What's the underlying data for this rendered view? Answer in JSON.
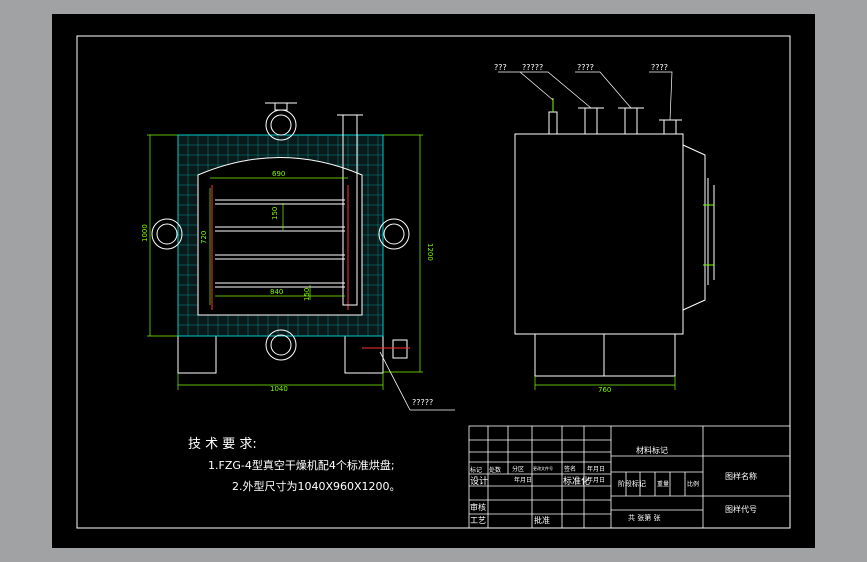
{
  "callouts": {
    "right_1": "???",
    "right_2": "?????",
    "right_3": "????",
    "right_4": "????",
    "bottom": "?????"
  },
  "dimensions": {
    "inner_width": "690",
    "pitch_1": "150",
    "inner_height": "720",
    "outer_height_left": "1000",
    "outer_height_right": "1200",
    "shelf_width": "840",
    "pitch_2": "150",
    "base_width": "1040",
    "side_depth": "760"
  },
  "notes": {
    "heading": "技 术 要 求:",
    "line1": "1.FZG-4型真空干燥机配4个标准烘盘;",
    "line2": "2.外型尺寸为1040X960X1200。"
  },
  "title_block": {
    "material_mark": "材料标记",
    "drawing_name": "图样名称",
    "drawing_code": "图样代号",
    "mark_count": "标记",
    "count": "处数",
    "zone": "分区",
    "change_doc": "更改文件号",
    "sign": "签名",
    "date_ymd": "年月日",
    "design": "设计",
    "standardize": "标准化",
    "stage_mark": "阶段标记",
    "weight": "重量",
    "scale": "比例",
    "review": "审核",
    "process": "工艺",
    "approve": "批准",
    "sheets_total": "共    张第    张"
  },
  "colors": {
    "background": "#000000",
    "outline": "#ffffff",
    "dimension": "#7cfc00",
    "insulation": "#00cccc",
    "centerline": "#ff3333"
  }
}
